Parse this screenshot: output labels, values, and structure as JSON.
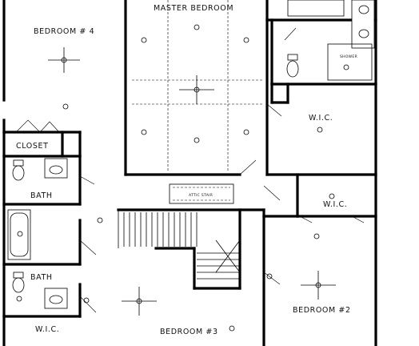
{
  "rooms": {
    "bedroom_4": "BEDROOM # 4",
    "master_bedroom": "MASTER BEDROOM",
    "wic_master": "W.I.C.",
    "wic_right": "W.I.C.",
    "wic_lower_left": "W.I.C.",
    "closet": "CLOSET",
    "bath_upper": "BATH",
    "bath_lower": "BATH",
    "bedroom_2": "BEDROOM #2",
    "bedroom_3": "BEDROOM #3"
  },
  "fixtures": {
    "attic_stair": "ATTIC STAIR",
    "shower": "SHOWER"
  }
}
